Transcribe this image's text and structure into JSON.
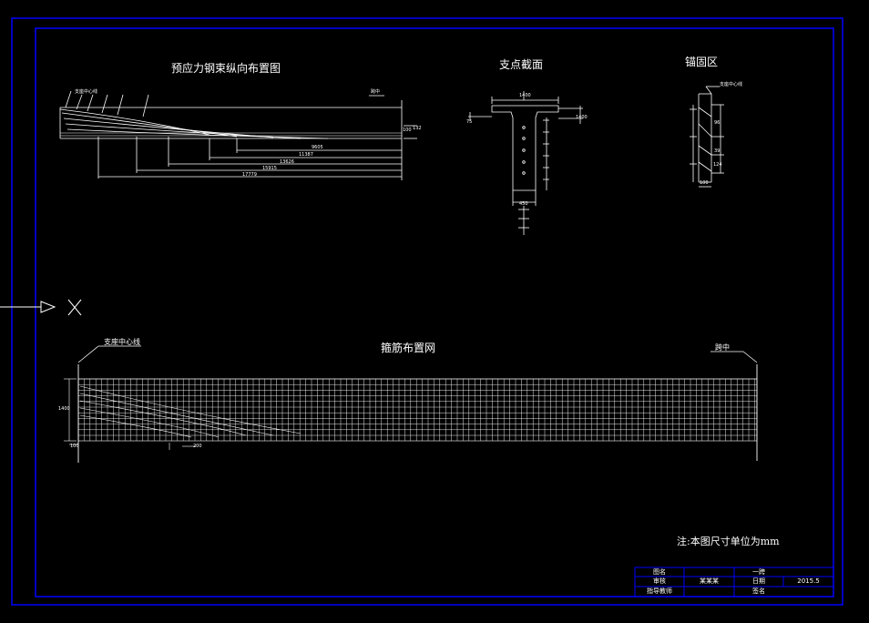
{
  "colors": {
    "background": "#000000",
    "border": "#0000ff",
    "lines": "#ffffff"
  },
  "icons": {
    "ucs": "ucs-axis-icon"
  },
  "views": {
    "tendon_layout": {
      "title": "预应力钢束纵向布置图",
      "support_label": "支座中心线",
      "midspan_label": "跨中",
      "dimensions": [
        "9605",
        "11387",
        "13626",
        "15915",
        "17779"
      ],
      "height_dims": [
        "100",
        "132"
      ]
    },
    "support_section": {
      "title": "支点截面",
      "top_dim": "1400",
      "bottom_dim": "450",
      "side_dims": [
        "75",
        "1400"
      ]
    },
    "anchorage": {
      "title": "锚固区",
      "leader_label": "支座中心线",
      "dims": [
        "96",
        "39",
        "124",
        "100"
      ]
    },
    "stirrup_grid": {
      "title": "箍筋布置网",
      "support_label": "支座中心线",
      "midspan_label": "跨中",
      "dims": [
        "1400",
        "100",
        "200"
      ]
    }
  },
  "note": "注:本图尺寸单位为mm",
  "title_block": {
    "rows": [
      [
        "图名",
        "",
        "一跨",
        "",
        ""
      ],
      [
        "审核",
        "",
        "某某某",
        "日期",
        "2015.5"
      ],
      [
        "指导教师",
        "",
        "",
        "签名",
        ""
      ]
    ]
  }
}
